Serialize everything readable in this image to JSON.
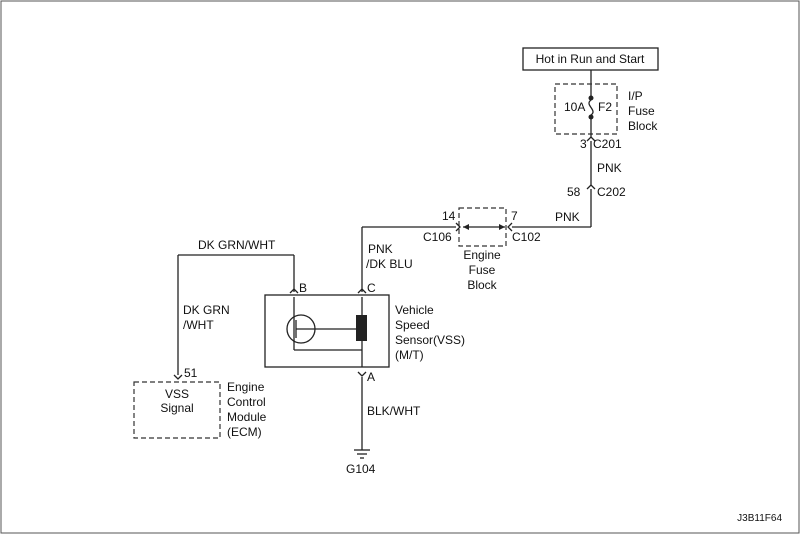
{
  "power_source": "Hot in Run and Start",
  "fuse": {
    "rating": "10A",
    "name": "F2",
    "block_line1": "I/P",
    "block_line2": "Fuse",
    "block_line3": "Block"
  },
  "connectors": {
    "c201_pin": "3",
    "c201": "C201",
    "c202_pin": "58",
    "c202": "C202",
    "c106_pin": "14",
    "c106": "C106",
    "c102_pin": "7",
    "c102": "C102"
  },
  "wires": {
    "pnk_1": "PNK",
    "pnk_2": "PNK",
    "pnk_dkblu_1": "PNK",
    "pnk_dkblu_2": "/DK BLU",
    "dkgrn_wht_top": "DK GRN/WHT",
    "dkgrn_wht_1": "DK GRN",
    "dkgrn_wht_2": "/WHT",
    "blk_wht": "BLK/WHT"
  },
  "engine_fuse_block": {
    "line1": "Engine",
    "line2": "Fuse",
    "line3": "Block"
  },
  "vss": {
    "pin_b": "B",
    "pin_c": "C",
    "pin_a": "A",
    "line1": "Vehicle",
    "line2": "Speed",
    "line3": "Sensor(VSS)",
    "line4": "(M/T)"
  },
  "ecm": {
    "pin": "51",
    "signal1": "VSS",
    "signal2": "Signal",
    "line1": "Engine",
    "line2": "Control",
    "line3": "Module",
    "line4": "(ECM)"
  },
  "ground": "G104",
  "figure_id": "J3B11F64"
}
